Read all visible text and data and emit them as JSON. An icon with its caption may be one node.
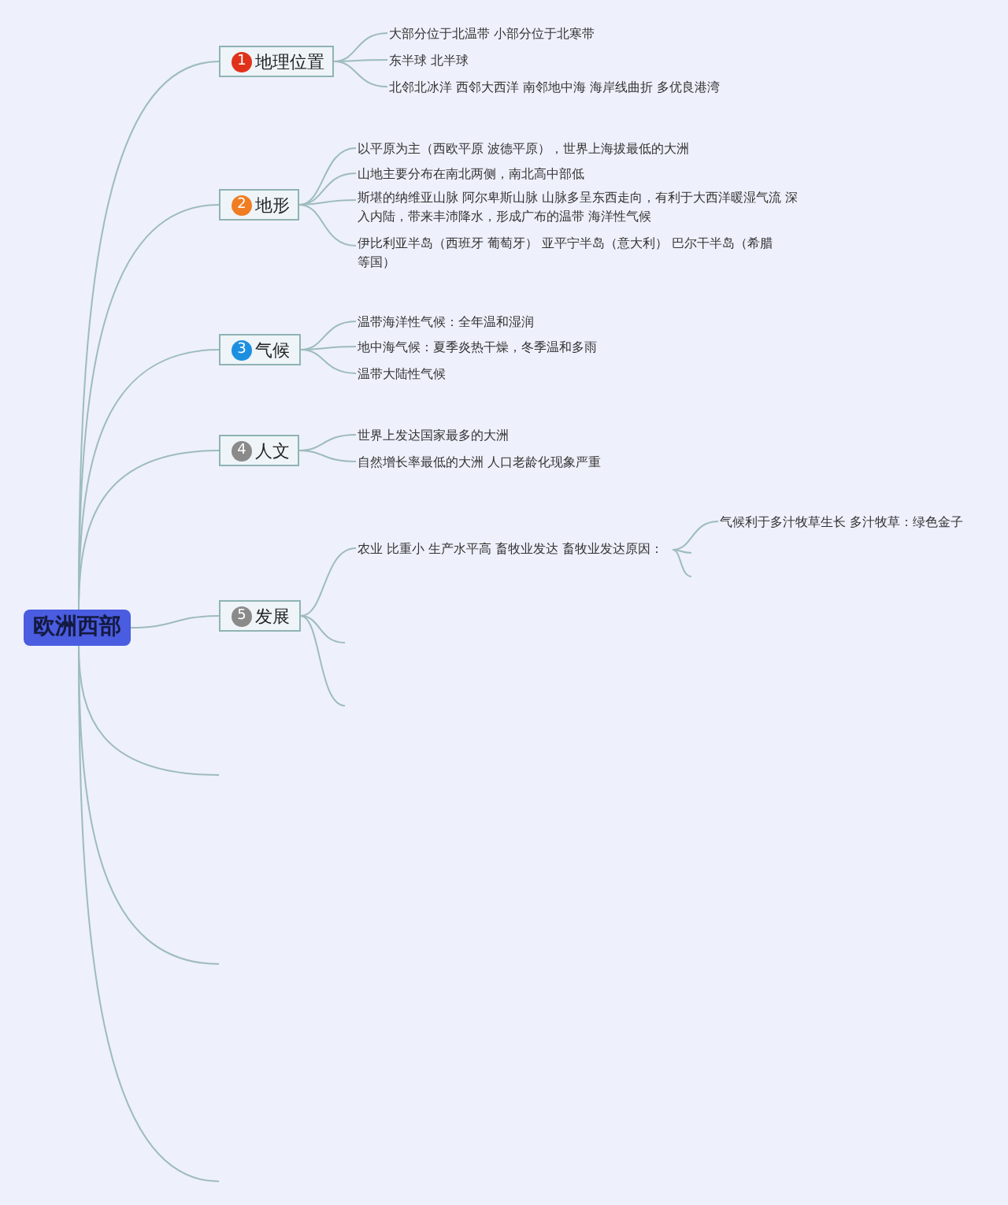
{
  "diagram": {
    "nodes": [
      {
        "text": [
          "欧洲西部"
        ]
      },
      {
        "text": [
          "1",
          "地理位置"
        ]
      },
      {
        "text": [
          "大部分位于北温带 小部分位于北寒带"
        ]
      },
      {
        "text": [
          "东半球 北半球"
        ]
      },
      {
        "text": [
          "北邻北冰洋 西邻大西洋 南邻地中海 海岸线曲折 多优良港湾"
        ]
      },
      {
        "text": [
          "2",
          "地形"
        ]
      },
      {
        "text": [
          "以平原为主（西欧平原 波德平原），世界上海拔最低的大洲"
        ]
      },
      {
        "text": [
          "山地主要分布在南北两侧，南北高中部低"
        ]
      },
      {
        "text": [
          "斯堪的纳维亚山脉 阿尔卑斯山脉 山脉多呈东西走向，有利于大西洋暖湿气流 深入内陆，带来丰沛降水，形成广布的温带 海洋性气候"
        ]
      },
      {
        "text": [
          "伊比利亚半岛（西班牙 葡萄牙） 亚平宁半岛（意大利） 巴尔干半岛（希腊等国）"
        ]
      },
      {
        "text": [
          "3",
          "气候"
        ]
      },
      {
        "text": [
          "温带海洋性气候：全年温和湿润"
        ]
      },
      {
        "text": [
          "地中海气候：夏季炎热干燥，冬季温和多雨"
        ]
      },
      {
        "text": [
          "温带大陆性气候"
        ]
      },
      {
        "text": [
          "4",
          "人文"
        ]
      },
      {
        "text": [
          "世界上发达国家最多的大洲"
        ]
      },
      {
        "text": [
          "自然增长率最低的大洲 人口老龄化现象严重"
        ]
      },
      {
        "text": [
          "5",
          "发展"
        ]
      },
      {
        "text": [
          "农业 比重小 生产水平高 畜牧业发达 畜牧业发达原因："
        ]
      },
      {
        "text": [
          "气候利于多汁牧草生长 多汁牧草：绿色金子"
        ]
      }
    ],
    "edges": [
      {
        "from": 0,
        "to": 1,
        "arrow": "none"
      },
      {
        "from": 0,
        "to": 5,
        "arrow": "none"
      },
      {
        "from": 0,
        "to": 10,
        "arrow": "none"
      },
      {
        "from": 0,
        "to": 14,
        "arrow": "none"
      },
      {
        "from": 0,
        "to": 17,
        "arrow": "none"
      },
      {
        "from": 0,
        "to": null,
        "arrow": "none"
      },
      {
        "from": 0,
        "to": null,
        "arrow": "none"
      },
      {
        "from": 0,
        "to": null,
        "arrow": "none"
      },
      {
        "from": 1,
        "to": 2,
        "arrow": "none"
      },
      {
        "from": 1,
        "to": 3,
        "arrow": "none"
      },
      {
        "from": 1,
        "to": 4,
        "arrow": "none"
      },
      {
        "from": 5,
        "to": 6,
        "arrow": "none"
      },
      {
        "from": 5,
        "to": 7,
        "arrow": "none"
      },
      {
        "from": 5,
        "to": 8,
        "arrow": "none"
      },
      {
        "from": 5,
        "to": 9,
        "arrow": "none"
      },
      {
        "from": 10,
        "to": 11,
        "arrow": "none"
      },
      {
        "from": 10,
        "to": 12,
        "arrow": "none"
      },
      {
        "from": 10,
        "to": 13,
        "arrow": "none"
      },
      {
        "from": 14,
        "to": 15,
        "arrow": "none"
      },
      {
        "from": 14,
        "to": 16,
        "arrow": "none"
      },
      {
        "from": 17,
        "to": 18,
        "arrow": "none"
      },
      {
        "from": 17,
        "to": null,
        "arrow": "none"
      },
      {
        "from": 17,
        "to": null,
        "arrow": "none"
      },
      {
        "from": 18,
        "to": 19,
        "arrow": "none"
      },
      {
        "from": 18,
        "to": null,
        "arrow": "none"
      },
      {
        "from": 18,
        "to": null,
        "arrow": "none"
      }
    ]
  }
}
